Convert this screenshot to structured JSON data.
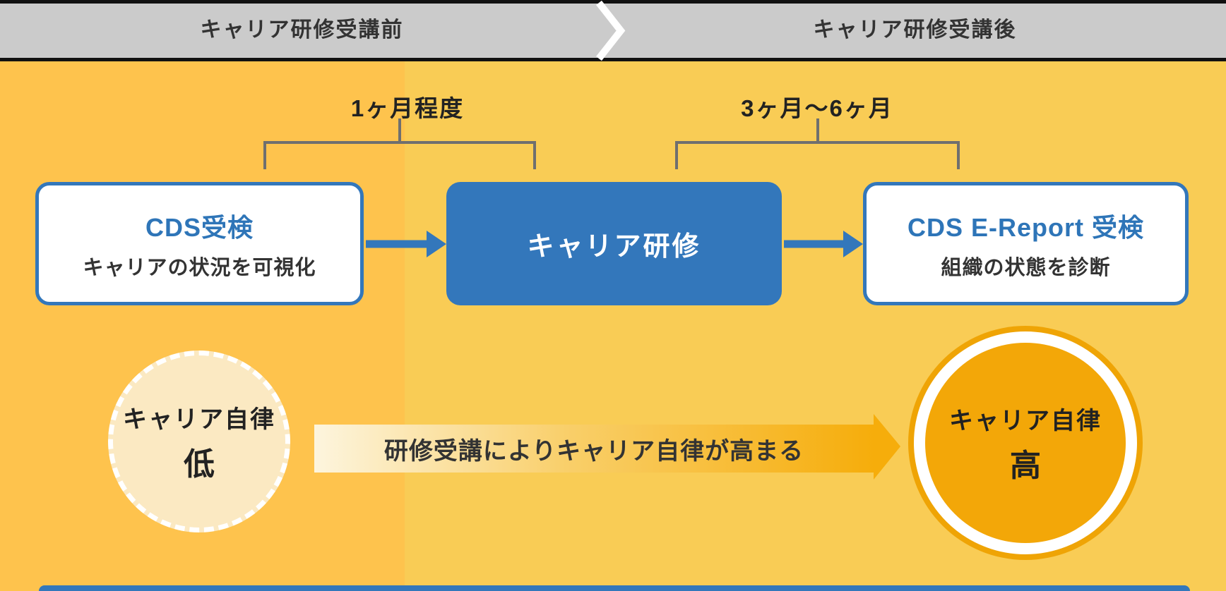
{
  "header": {
    "before_label": "キャリア研修受講前",
    "after_label": "キャリア研修受講後"
  },
  "durations": {
    "first": "1ヶ月程度",
    "second": "3ヶ月〜6ヶ月"
  },
  "flow": {
    "cds_box": {
      "title": "CDS受検",
      "subtitle": "キャリアの状況を可視化"
    },
    "training_box": {
      "title": "キャリア研修"
    },
    "ereport_box": {
      "title": "CDS E-Report 受検",
      "subtitle": "組織の状態を診断"
    }
  },
  "outcome": {
    "low_circle": {
      "label": "キャリア自律",
      "level": "低"
    },
    "arrow_label": "研修受講によりキャリア自律が高まる",
    "high_circle": {
      "label": "キャリア自律",
      "level": "高"
    }
  },
  "colors": {
    "accent_blue": "#3377BB",
    "title_blue": "#2E75B8",
    "bg_left": "#FEC34D",
    "bg_right": "#F9CC55",
    "header_gray": "#CBCBCB",
    "header_border_black": "#111111",
    "bracket_gray": "#6F6F6F",
    "low_circle_fill": "#FBE9C2",
    "high_circle_fill": "#F3A708",
    "high_circle_outer_ring": "#EFA405",
    "gradient_arrow_start": "#FDF5DE",
    "gradient_arrow_end": "#F6AD0B"
  }
}
